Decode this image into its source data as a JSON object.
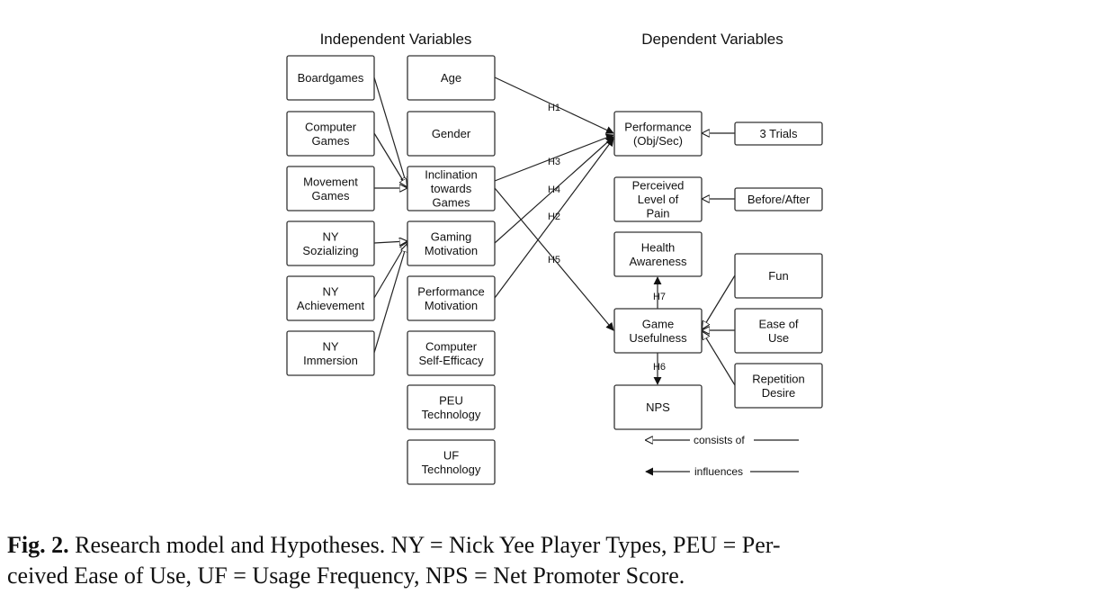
{
  "headers": {
    "independent": "Independent Variables",
    "dependent": "Dependent Variables"
  },
  "nodes": {
    "boardgames": [
      "Boardgames"
    ],
    "computer_games": [
      "Computer",
      "Games"
    ],
    "movement_games": [
      "Movement",
      "Games"
    ],
    "ny_sozializing": [
      "NY",
      "Sozializing"
    ],
    "ny_achievement": [
      "NY",
      "Achievement"
    ],
    "ny_immersion": [
      "NY",
      "Immersion"
    ],
    "age": [
      "Age"
    ],
    "gender": [
      "Gender"
    ],
    "inclination": [
      "Inclination",
      "towards",
      "Games"
    ],
    "gaming_motivation": [
      "Gaming",
      "Motivation"
    ],
    "performance_motivation": [
      "Performance",
      "Motivation"
    ],
    "computer_self_efficacy": [
      "Computer",
      "Self-Efficacy"
    ],
    "peu_technology": [
      "PEU",
      "Technology"
    ],
    "uf_technology": [
      "UF",
      "Technology"
    ],
    "performance": [
      "Performance",
      "(Obj/Sec)"
    ],
    "trials": [
      "3 Trials"
    ],
    "pain": [
      "Perceived",
      "Level of",
      "Pain"
    ],
    "before_after": [
      "Before/After"
    ],
    "health_awareness": [
      "Health",
      "Awareness"
    ],
    "game_usefulness": [
      "Game",
      "Usefulness"
    ],
    "nps": [
      "NPS"
    ],
    "fun": [
      "Fun"
    ],
    "ease_of_use": [
      "Ease of",
      "Use"
    ],
    "repetition_desire": [
      "Repetition",
      "Desire"
    ]
  },
  "hypotheses": {
    "h1": "H1",
    "h2": "H2",
    "h3": "H3",
    "h4": "H4",
    "h5": "H5",
    "h6": "H6",
    "h7": "H7"
  },
  "legend": {
    "consists_of": "consists of",
    "influences": "influences"
  },
  "caption": {
    "label": "Fig. 2.",
    "line1": "Research model and Hypotheses. NY = Nick Yee Player Types, PEU = Per-",
    "line2": "ceived Ease of Use, UF = Usage Frequency, NPS = Net Promoter Score."
  }
}
